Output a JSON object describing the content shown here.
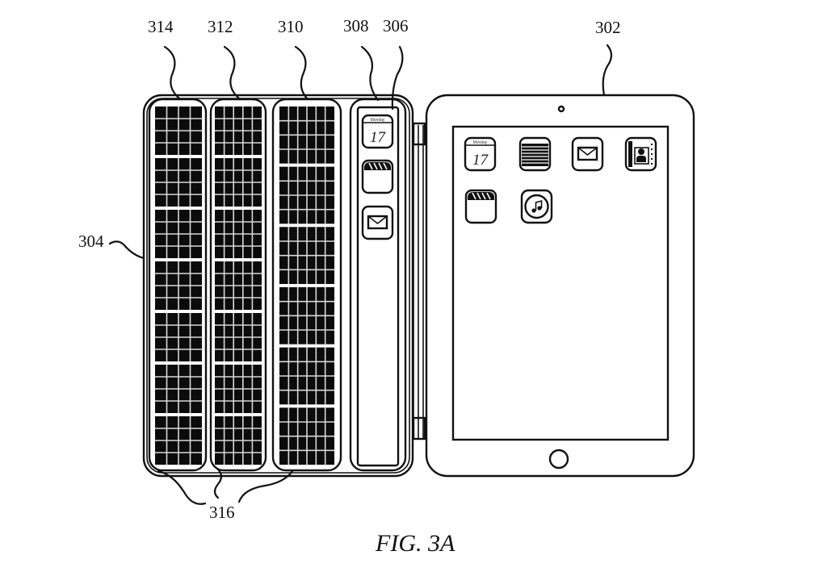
{
  "figure": {
    "caption": "FIG. 3A",
    "reference_labels": {
      "tablet": "302",
      "cover": "304",
      "app_panel": "306",
      "app_panel_frame": "308",
      "solar_panel_3": "310",
      "solar_panel_2": "312",
      "solar_panel_1": "314",
      "solar_cells": "316"
    }
  },
  "app_panel_icons": [
    {
      "icon": "calendar-icon",
      "day_label": "Monday",
      "date": "17"
    },
    {
      "icon": "video-clapper-icon"
    },
    {
      "icon": "mail-icon"
    }
  ],
  "tablet_screen_icons": [
    {
      "icon": "calendar-icon",
      "day_label": "Monday",
      "date": "17"
    },
    {
      "icon": "notes-icon"
    },
    {
      "icon": "mail-icon"
    },
    {
      "icon": "contacts-icon"
    },
    {
      "icon": "video-clapper-icon"
    },
    {
      "icon": "music-icon"
    }
  ],
  "colors": {
    "ink": "#111111",
    "paper": "#ffffff"
  }
}
